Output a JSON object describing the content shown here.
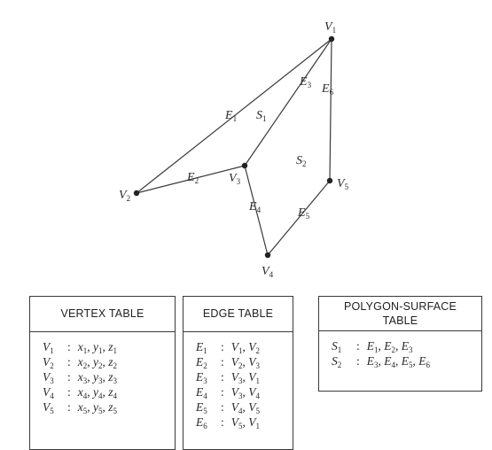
{
  "diagram": {
    "vertices": [
      {
        "id": "V1",
        "base": "V",
        "sub": "1"
      },
      {
        "id": "V2",
        "base": "V",
        "sub": "2"
      },
      {
        "id": "V3",
        "base": "V",
        "sub": "3"
      },
      {
        "id": "V4",
        "base": "V",
        "sub": "4"
      },
      {
        "id": "V5",
        "base": "V",
        "sub": "5"
      }
    ],
    "edges": [
      {
        "id": "E1",
        "base": "E",
        "sub": "1",
        "from": "V1",
        "to": "V2"
      },
      {
        "id": "E2",
        "base": "E",
        "sub": "2",
        "from": "V2",
        "to": "V3"
      },
      {
        "id": "E3",
        "base": "E",
        "sub": "3",
        "from": "V3",
        "to": "V1"
      },
      {
        "id": "E4",
        "base": "E",
        "sub": "4",
        "from": "V3",
        "to": "V4"
      },
      {
        "id": "E5",
        "base": "E",
        "sub": "5",
        "from": "V4",
        "to": "V5"
      },
      {
        "id": "E6",
        "base": "E",
        "sub": "6",
        "from": "V5",
        "to": "V1"
      }
    ],
    "surfaces": [
      {
        "id": "S1",
        "base": "S",
        "sub": "1"
      },
      {
        "id": "S2",
        "base": "S",
        "sub": "2"
      }
    ]
  },
  "vertex_table": {
    "title": "VERTEX TABLE",
    "rows": [
      {
        "key": {
          "base": "V",
          "sub": "1"
        },
        "vals": [
          {
            "base": "x",
            "sub": "1"
          },
          {
            "base": "y",
            "sub": "1"
          },
          {
            "base": "z",
            "sub": "1"
          }
        ]
      },
      {
        "key": {
          "base": "V",
          "sub": "2"
        },
        "vals": [
          {
            "base": "x",
            "sub": "2"
          },
          {
            "base": "y",
            "sub": "2"
          },
          {
            "base": "z",
            "sub": "2"
          }
        ]
      },
      {
        "key": {
          "base": "V",
          "sub": "3"
        },
        "vals": [
          {
            "base": "x",
            "sub": "3"
          },
          {
            "base": "y",
            "sub": "3"
          },
          {
            "base": "z",
            "sub": "3"
          }
        ]
      },
      {
        "key": {
          "base": "V",
          "sub": "4"
        },
        "vals": [
          {
            "base": "x",
            "sub": "4"
          },
          {
            "base": "y",
            "sub": "4"
          },
          {
            "base": "z",
            "sub": "4"
          }
        ]
      },
      {
        "key": {
          "base": "V",
          "sub": "5"
        },
        "vals": [
          {
            "base": "x",
            "sub": "5"
          },
          {
            "base": "y",
            "sub": "5"
          },
          {
            "base": "z",
            "sub": "5"
          }
        ]
      }
    ]
  },
  "edge_table": {
    "title": "EDGE TABLE",
    "rows": [
      {
        "key": {
          "base": "E",
          "sub": "1"
        },
        "vals": [
          {
            "base": "V",
            "sub": "1"
          },
          {
            "base": "V",
            "sub": "2"
          }
        ]
      },
      {
        "key": {
          "base": "E",
          "sub": "2"
        },
        "vals": [
          {
            "base": "V",
            "sub": "2"
          },
          {
            "base": "V",
            "sub": "3"
          }
        ]
      },
      {
        "key": {
          "base": "E",
          "sub": "3"
        },
        "vals": [
          {
            "base": "V",
            "sub": "3"
          },
          {
            "base": "V",
            "sub": "1"
          }
        ]
      },
      {
        "key": {
          "base": "E",
          "sub": "4"
        },
        "vals": [
          {
            "base": "V",
            "sub": "3"
          },
          {
            "base": "V",
            "sub": "4"
          }
        ]
      },
      {
        "key": {
          "base": "E",
          "sub": "5"
        },
        "vals": [
          {
            "base": "V",
            "sub": "4"
          },
          {
            "base": "V",
            "sub": "5"
          }
        ]
      },
      {
        "key": {
          "base": "E",
          "sub": "6"
        },
        "vals": [
          {
            "base": "V",
            "sub": "5"
          },
          {
            "base": "V",
            "sub": "1"
          }
        ]
      }
    ]
  },
  "surface_table": {
    "title_line1": "POLYGON-SURFACE",
    "title_line2": "TABLE",
    "rows": [
      {
        "key": {
          "base": "S",
          "sub": "1"
        },
        "vals": [
          {
            "base": "E",
            "sub": "1"
          },
          {
            "base": "E",
            "sub": "2"
          },
          {
            "base": "E",
            "sub": "3"
          }
        ]
      },
      {
        "key": {
          "base": "S",
          "sub": "2"
        },
        "vals": [
          {
            "base": "E",
            "sub": "3"
          },
          {
            "base": "E",
            "sub": "4"
          },
          {
            "base": "E",
            "sub": "5"
          },
          {
            "base": "E",
            "sub": "6"
          }
        ]
      }
    ]
  }
}
